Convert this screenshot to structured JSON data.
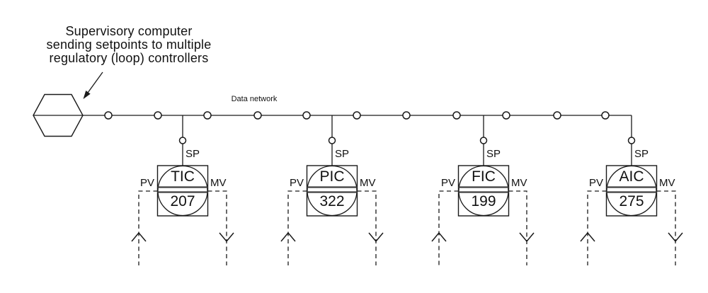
{
  "caption": {
    "line1": "Supervisory computer",
    "line2": "sending setpoints to multiple",
    "line3": "regulatory (loop) controllers"
  },
  "network": {
    "label": "Data network"
  },
  "controllers": [
    {
      "tag": "TIC",
      "number": "207",
      "sp": "SP",
      "pv": "PV",
      "mv": "MV"
    },
    {
      "tag": "PIC",
      "number": "322",
      "sp": "SP",
      "pv": "PV",
      "mv": "MV"
    },
    {
      "tag": "FIC",
      "number": "199",
      "sp": "SP",
      "pv": "PV",
      "mv": "MV"
    },
    {
      "tag": "AIC",
      "number": "275",
      "sp": "SP",
      "pv": "PV",
      "mv": "MV"
    }
  ],
  "colors": {
    "line": "#1a1a1a",
    "band": "#3d3d3d",
    "background": "#ffffff"
  }
}
